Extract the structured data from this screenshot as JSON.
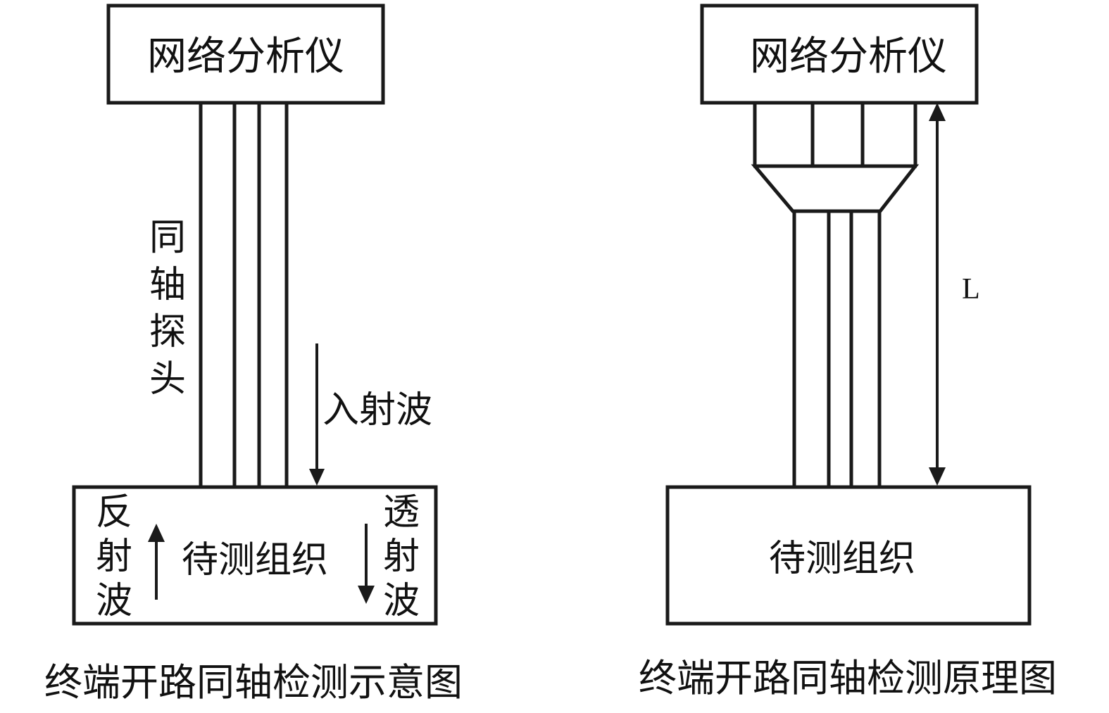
{
  "left_panel": {
    "top_box_label": "网络分析仪",
    "probe_label_chars": [
      "同",
      "轴",
      "探",
      "头"
    ],
    "incident_label": "入射波",
    "sample_label": "待测组织",
    "reflected_chars": [
      "反",
      "射",
      "波"
    ],
    "transmitted_chars": [
      "透",
      "射",
      "波"
    ],
    "caption": "终端开路同轴检测示意图"
  },
  "right_panel": {
    "top_box_label": "网络分析仪",
    "length_label": "L",
    "sample_label": "待测组织",
    "caption": "终端开路同轴检测原理图"
  },
  "colors": {
    "stroke": "#1a1a1a",
    "text": "#111111",
    "background": "#ffffff"
  }
}
